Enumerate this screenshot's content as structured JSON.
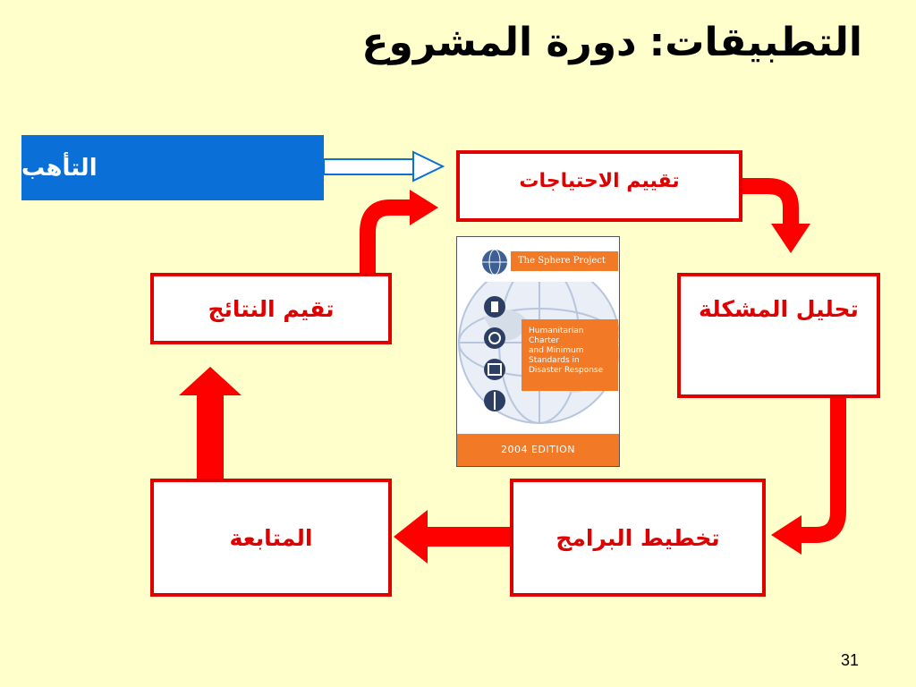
{
  "slide": {
    "title_part1": "التطبيقات:",
    "title_part2": "دورة المشروع",
    "page_number": "31"
  },
  "preparedness": {
    "label": "التأهب"
  },
  "cycle": {
    "needs_assessment": "تقييم الاحتياجات",
    "problem_analysis": "تحليل المشكلة",
    "program_planning": "تخطيط البرامج",
    "monitoring": "المتابعة",
    "results_evaluation": "تقيم النتائج"
  },
  "book_cover": {
    "header": "The Sphere Project",
    "panel_lines": [
      "Humanitarian",
      "Charter",
      "and Minimum",
      "Standards in",
      "Disaster Response"
    ],
    "edition": "2004 EDITION"
  },
  "colors": {
    "background": "#ffffcc",
    "accent_red": "#e00000",
    "arrow_red": "#ff0000",
    "prep_blue": "#0a6fd6",
    "cover_orange": "#f27a27"
  }
}
